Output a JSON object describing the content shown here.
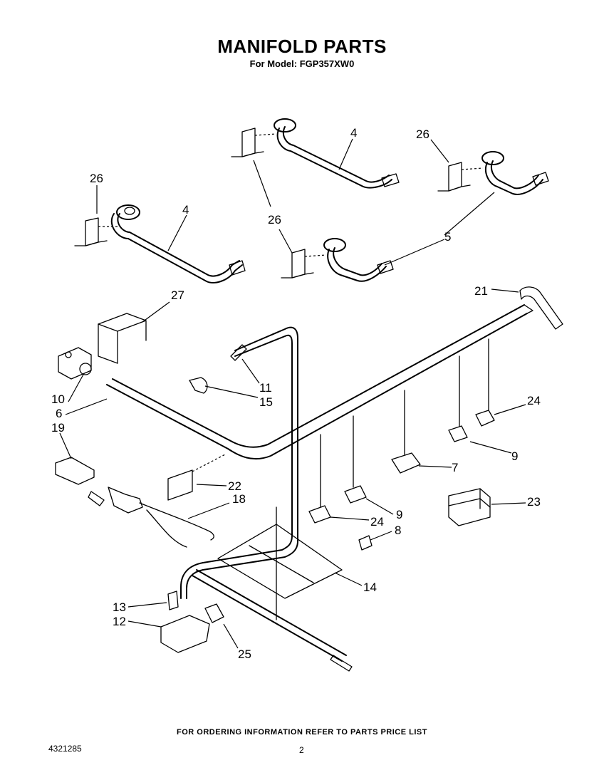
{
  "header": {
    "title": "MANIFOLD PARTS",
    "subtitle": "For Model: FGP357XW0"
  },
  "footer": {
    "ordering_note": "FOR ORDERING INFORMATION REFER TO PARTS PRICE LIST",
    "doc_number": "4321285",
    "page_number": "2"
  },
  "callouts": {
    "c4a": "4",
    "c4b": "4",
    "c26a": "26",
    "c26b": "26",
    "c26c": "26",
    "c5": "5",
    "c21": "21",
    "c27": "27",
    "c11": "11",
    "c15": "15",
    "c10": "10",
    "c6": "6",
    "c24a": "24",
    "c9a": "9",
    "c7": "7",
    "c19": "19",
    "c22": "22",
    "c18": "18",
    "c23": "23",
    "c9b": "9",
    "c24b": "24",
    "c8": "8",
    "c14": "14",
    "c13": "13",
    "c12": "12",
    "c25": "25"
  }
}
